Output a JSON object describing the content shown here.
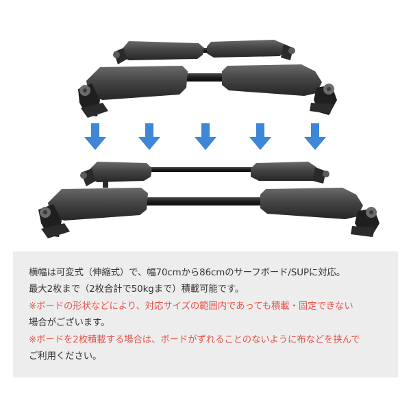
{
  "colors": {
    "arrow": "#3d86d8",
    "pad": "#3c3c3c",
    "bar": "#1b1b1b",
    "caption_bg": "#ededed",
    "text": "#333333",
    "note_text": "#e8534a"
  },
  "icons": {
    "arrow": "down-arrow-icon"
  },
  "caption": {
    "line1": "横幅は可変式（伸縮式）で、幅70cmから86cmのサーフボード/SUPに対応。",
    "line2": "最大2枚まで（2枚合計で50kgまで）積載可能です。",
    "note1_line1": "※ボードの形状などにより、対応サイズの範囲内であっても積載・固定できない",
    "note1_line2": "場合がございます。",
    "note2_line1": "※ボードを2枚積載する場合は、ボードがずれることのないように布などを挟んで",
    "note2_line2": "ご利用ください。"
  }
}
